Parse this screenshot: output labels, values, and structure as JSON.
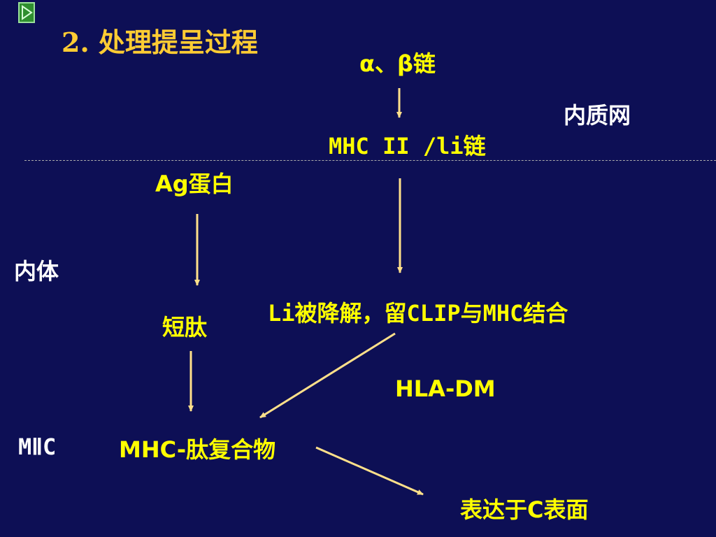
{
  "slide": {
    "title": "2. 处理提呈过程"
  },
  "nodes": {
    "alpha_beta_chain": "α、β链",
    "mhc_ii_li_chain": "MHC II /li链",
    "ag_protein": "Ag蛋白",
    "short_peptide": "短肽",
    "li_degraded": "Li被降解，留CLIP与MHC结合",
    "hla_dm": "HLA-DM",
    "mhc_peptide_complex": "MHC-肽复合物",
    "expressed_on_surface": "表达于C表面"
  },
  "compartments": {
    "er": "内质网",
    "endosome": "内体",
    "miic": "MⅡC"
  },
  "icons": {
    "play": "play-icon"
  },
  "colors": {
    "background": "#0d0f55",
    "node_text": "#ffff00",
    "label_text": "#ffffff",
    "title_text": "#ffcc33",
    "arrow": "#ffe08a"
  }
}
